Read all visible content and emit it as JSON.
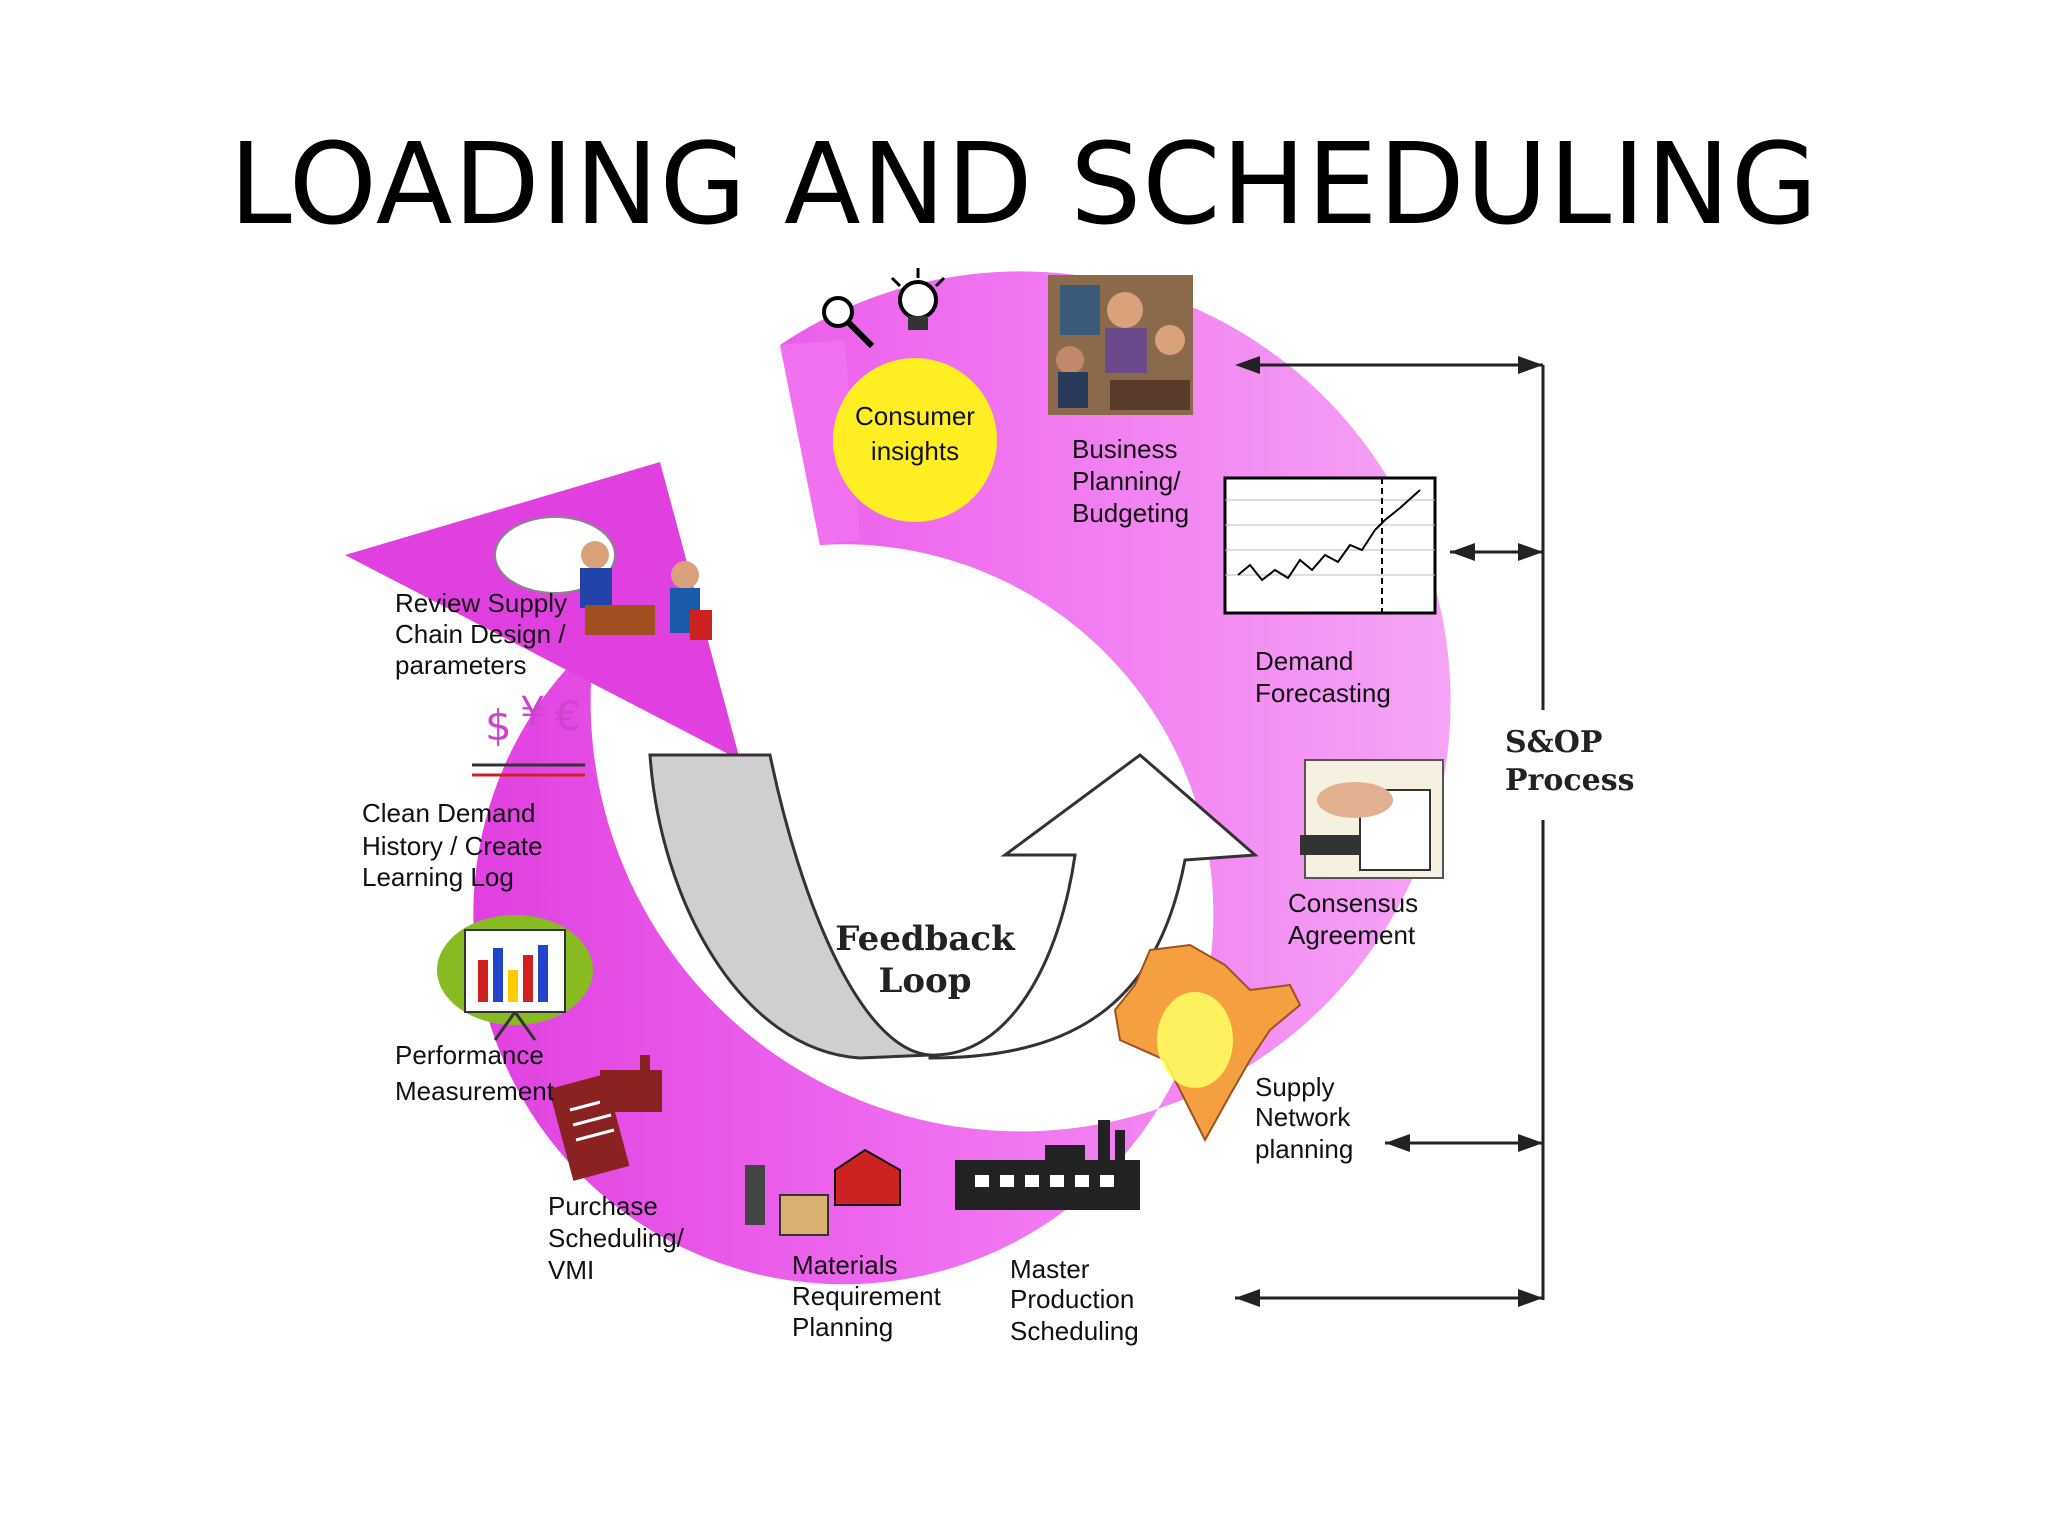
{
  "title": "LOADING AND SCHEDULING",
  "colors": {
    "ring": "#ee55ee",
    "ring_dark": "#cc33cc",
    "circle": "#ffee22",
    "arrow_gray": "#cfcfcf"
  },
  "center": {
    "line1": "Feedback",
    "line2": "Loop"
  },
  "sop": {
    "line1": "S&OP",
    "line2": "Process"
  },
  "steps": {
    "consumer_insights": [
      "Consumer",
      "insights"
    ],
    "business_planning": [
      "Business",
      "Planning/",
      "Budgeting"
    ],
    "demand_forecasting": [
      "Demand",
      "Forecasting"
    ],
    "consensus_agreement": [
      "Consensus",
      "Agreement"
    ],
    "supply_network": [
      "Supply",
      "Network",
      "planning"
    ],
    "master_production": [
      "Master",
      "Production",
      "Scheduling"
    ],
    "materials_requirement": [
      "Materials",
      "Requirement",
      "Planning"
    ],
    "purchase_scheduling": [
      "Purchase",
      "Scheduling/",
      "VMI"
    ],
    "performance_measurement": [
      "Performance",
      "Measurement"
    ],
    "clean_demand": [
      "Clean Demand",
      "History / Create",
      "Learning Log"
    ],
    "review_supply_chain": [
      "Review Supply",
      "Chain Design /",
      "parameters"
    ]
  },
  "icons": [
    "magnifier-icon",
    "lightbulb-icon",
    "meeting-photo-icon",
    "forecast-chart-icon",
    "handshake-icon",
    "map-icon",
    "factory-icon",
    "barn-icon",
    "clipboard-icon",
    "presentation-chart-icon",
    "currency-icon",
    "negotiation-icon"
  ]
}
